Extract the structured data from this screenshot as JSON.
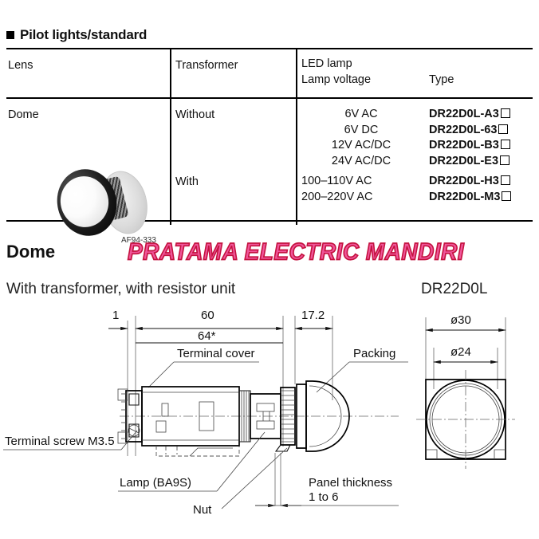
{
  "section": {
    "bullet_icon": "square-bullet-icon",
    "title": "Pilot lights/standard"
  },
  "table": {
    "headers": {
      "lens": "Lens",
      "transformer": "Transformer",
      "led_lamp": "LED lamp",
      "lamp_voltage": "Lamp voltage",
      "type": "Type"
    },
    "lens_value": "Dome",
    "photo_caption": "AF94-333",
    "groups": [
      {
        "transformer": "Without",
        "rows": [
          {
            "voltage": "6V AC",
            "type": "DR22D0L-A3"
          },
          {
            "voltage": "6V DC",
            "type": "DR22D0L-63"
          },
          {
            "voltage": "12V AC/DC",
            "type": "DR22D0L-B3"
          },
          {
            "voltage": "24V AC/DC",
            "type": "DR22D0L-E3"
          }
        ]
      },
      {
        "transformer": "With",
        "rows": [
          {
            "voltage": "100–110V AC",
            "type": "DR22D0L-H3"
          },
          {
            "voltage": "200–220V AC",
            "type": "DR22D0L-M3"
          }
        ]
      }
    ]
  },
  "watermark": {
    "text": "PRATAMA ELECTRIC MANDIRI",
    "fill_color": "#f0569a",
    "outline_color": "#c4123f"
  },
  "dome_section": {
    "heading": "Dome",
    "subtitle": "With transformer, with resistor unit",
    "model": "DR22D0L"
  },
  "drawing": {
    "dimensions": {
      "d1": "1",
      "d60": "60",
      "d64": "64*",
      "d172": "17.2",
      "d30": "ø30",
      "d24": "ø24"
    },
    "callouts": {
      "terminal_cover": "Terminal cover",
      "packing": "Packing",
      "terminal_screw": "Terminal screw M3.5",
      "lamp": "Lamp (BA9S)",
      "nut": "Nut",
      "panel_thickness_l1": "Panel thickness",
      "panel_thickness_l2": "1 to 6"
    }
  }
}
